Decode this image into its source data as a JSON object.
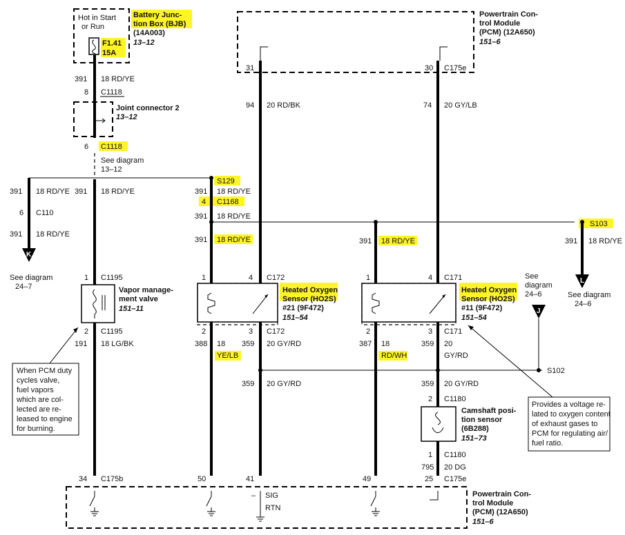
{
  "bjb": {
    "hot": [
      "Hot in Start",
      "or Run"
    ],
    "name": [
      "Battery Junc-",
      "tion Box (BJB)"
    ],
    "part": "(14A003)",
    "ref": "13–12",
    "fuse": "F1.41",
    "amp": "15A"
  },
  "pcm_top": {
    "name": [
      "Powertrain Con-",
      "trol Module",
      "(PCM) (12A650)"
    ],
    "ref": "151–6"
  },
  "pcm_bottom": {
    "name": [
      "Powertrain Con-",
      "trol Module",
      "(PCM) (12A650)"
    ],
    "ref": "151–6",
    "sig": "SIG",
    "rtn": "RTN",
    "minus": "–"
  },
  "jc2": {
    "name": "Joint connector 2",
    "ref": "13–12"
  },
  "vmv": {
    "name": [
      "Vapor manage-",
      "ment valve"
    ],
    "ref": "151–11"
  },
  "ho2s21": {
    "name": [
      "Heated Oxygen",
      "Sensor (HO2S)",
      "#21 (9F472)"
    ],
    "ref": "151–54"
  },
  "ho2s11": {
    "name": [
      "Heated Oxygen",
      "Sensor (HO2S)",
      "#11 (9F472)"
    ],
    "ref": "151–54"
  },
  "cmp": {
    "name": [
      "Camshaft posi-",
      "tion sensor",
      "(6B288)"
    ],
    "ref": "151–73"
  },
  "see": {
    "d1312": [
      "See diagram",
      "13–12"
    ],
    "k247": [
      "See diagram",
      "24–7"
    ],
    "l246": [
      "See diagram",
      "24–6"
    ],
    "j246": [
      "See",
      "diagram",
      "24–6"
    ]
  },
  "notes": {
    "pcm_duty": [
      "When PCM duty",
      "cycles valve,",
      "fuel vapors",
      "which are col-",
      "lected are re-",
      "leased to engine",
      "for burning."
    ],
    "voltage": [
      "Provides a voltage re-",
      "lated to oxygen content",
      "of exhaust gases to",
      "PCM for regulating air/",
      "fuel ratio."
    ]
  },
  "letters": {
    "k": "K",
    "l": "L",
    "j": "J"
  },
  "splices": {
    "s129": "S129",
    "s103": "S103",
    "s102": "S102"
  },
  "connectors": {
    "c1118": "C1118",
    "c110": "C110",
    "c1195": "C1195",
    "c1168": "C1168",
    "c172": "C172",
    "c171": "C171",
    "c1180": "C1180",
    "c175b": "C175b",
    "c175e": "C175e"
  },
  "pins": {
    "bjb_out": "8",
    "jc_out": "6",
    "k_c110": "6",
    "vmv_in": "1",
    "vmv_out": "2",
    "c1168": "4",
    "h21_1": "1",
    "h21_4": "4",
    "h21_2": "2",
    "h21_3": "3",
    "h11_1": "1",
    "h11_4": "4",
    "h11_2": "2",
    "h11_3": "3",
    "pcm31": "31",
    "pcm30": "30",
    "cmp2": "2",
    "cmp1": "1",
    "pcm34": "34",
    "pcm50": "50",
    "pcm41": "41",
    "pcm49": "49",
    "pcm25": "25"
  },
  "circuits": {
    "c391": "391",
    "rdye": "18 RD/YE",
    "c94": "94",
    "rdbk": "20 RD/BK",
    "c74": "74",
    "gylb": "20 GY/LB",
    "c191": "191",
    "lgbk": "18 LG/BK",
    "c388": "388",
    "c387": "387",
    "n18": "18",
    "yelb": "YE/LB",
    "rdwh": "RD/WH",
    "c359": "359",
    "gyrd": "20 GY/RD",
    "n20": "20",
    "gyrd2": "GY/RD",
    "c795": "795",
    "dg": "20 DG"
  }
}
